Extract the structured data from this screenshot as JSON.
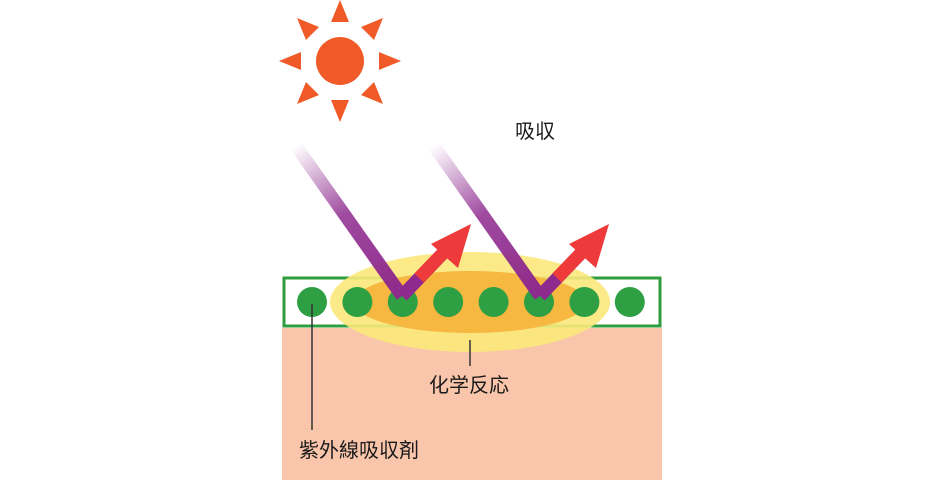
{
  "labels": {
    "absorption": "吸収",
    "chemical_reaction": "化学反応",
    "uv_absorber": "紫外線吸収剤"
  },
  "colors": {
    "sun": "#f05a28",
    "skin": "#f9c6ab",
    "absorber_layer_border": "#2e9e3e",
    "absorber_particle": "#2ea043",
    "reaction_glow_outer": "#fbe87a",
    "reaction_glow_inner": "#f6b840",
    "uv_ray": "#8e2a8e",
    "reflected_ray": "#ee3a3a"
  },
  "particles": {
    "count": 8
  }
}
